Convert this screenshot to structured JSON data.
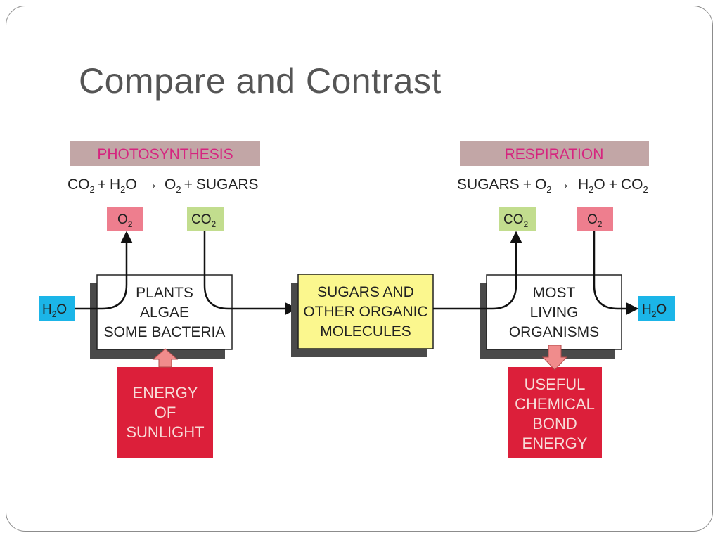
{
  "slide": {
    "title": "Compare and Contrast"
  },
  "photosynthesis": {
    "header": "PHOTOSYNTHESIS",
    "equation": {
      "co2_left": "CO",
      "sub2a": "2",
      "plus1": "+",
      "h2o_h": "H",
      "sub2b": "2",
      "h2o_o": "O",
      "arrow": "→",
      "o2": "O",
      "sub2c": "2",
      "plus2": "+",
      "sugars": "SUGARS"
    },
    "out_o2": "O",
    "out_o2_sub": "2",
    "in_co2": "CO",
    "in_co2_sub": "2",
    "in_h2o_h": "H",
    "in_h2o_sub": "2",
    "in_h2o_o": "O",
    "organisms": [
      "PLANTS",
      "ALGAE",
      "SOME BACTERIA"
    ],
    "energy": [
      "ENERGY",
      "OF",
      "SUNLIGHT"
    ]
  },
  "middle": {
    "lines": [
      "SUGARS AND",
      "OTHER ORGANIC",
      "MOLECULES"
    ]
  },
  "respiration": {
    "header": "RESPIRATION",
    "equation": {
      "sugars": "SUGARS",
      "plus1": "+",
      "o2": "O",
      "sub2a": "2",
      "arrow": "→",
      "h2o_h": "H",
      "sub2b": "2",
      "h2o_o": "O",
      "plus2": "+",
      "co2": "CO",
      "sub2c": "2"
    },
    "out_co2": "CO",
    "out_co2_sub": "2",
    "in_o2": "O",
    "in_o2_sub": "2",
    "out_h2o_h": "H",
    "out_h2o_sub": "2",
    "out_h2o_o": "O",
    "organisms": [
      "MOST",
      "LIVING",
      "ORGANISMS"
    ],
    "energy": [
      "USEFUL",
      "CHEMICAL",
      "BOND",
      "ENERGY"
    ]
  },
  "colors": {
    "header_bg": "#c2a6a6",
    "header_text": "#d6247f",
    "o2_box": "#ee7e8e",
    "co2_box": "#c2dd8e",
    "h2o_box": "#1bb5e8",
    "energy_box": "#dc1f3a",
    "energy_text": "#f7dcd8",
    "middle_box": "#fbf78e",
    "shadow": "#4a4a4a",
    "up_arrow": "#f08c8c"
  }
}
